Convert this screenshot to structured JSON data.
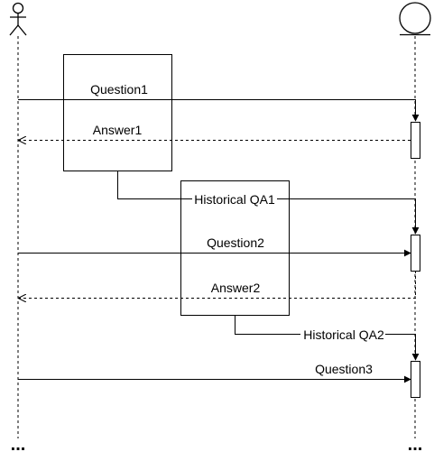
{
  "messages": {
    "question1": "Question1",
    "answer1": "Answer1",
    "historical_qa1": "Historical QA1",
    "question2": "Question2",
    "answer2": "Answer2",
    "historical_qa2": "Historical QA2",
    "question3": "Question3"
  },
  "continuation": {
    "left": "...",
    "right": "..."
  },
  "participants": {
    "left_icon": "actor-stick-figure-icon",
    "right_icon": "entity-circle-icon"
  }
}
